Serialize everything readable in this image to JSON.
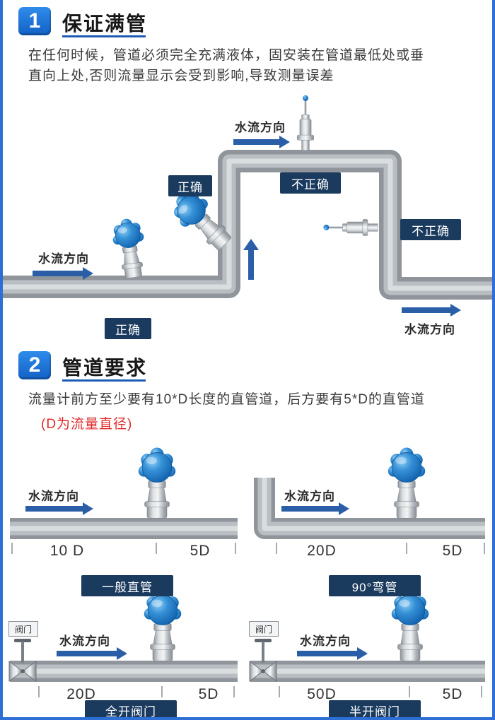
{
  "colors": {
    "accent_blue": "#1d5bb5",
    "badge_blue": "#1261c4",
    "navy_tag": "#1a3a5e",
    "arrow_blue": "#2a5fa8",
    "note_red": "#e02b2b",
    "pipe_gray": "#8f959b"
  },
  "section1": {
    "badge": "1",
    "title": "保证满管",
    "body_line1": "在任何时候，管道必须完全充满液体，固安装在管道最低处或垂",
    "body_line2": "直向上处,否则流量显示会受到影响,导致测量误差",
    "flow_label_top": "水流方向",
    "flow_label_left": "水流方向",
    "flow_label_bottom_right": "水流方向",
    "tag_correct_middle": "正确",
    "tag_incorrect_top": "不正确",
    "tag_incorrect_right": "不正确",
    "tag_correct_bottom": "正确"
  },
  "section2": {
    "badge": "2",
    "title": "管道要求",
    "body": "流量计前方至少要有10*D长度的直管道，后方要有5*D的直管道",
    "note": "(D为流量直径)",
    "panels": [
      {
        "flow_label": "水流方向",
        "dim_front": "10 D",
        "dim_back": "5D",
        "caption": "一般直管"
      },
      {
        "flow_label": "水流方向",
        "dim_front": "20D",
        "dim_back": "5D",
        "caption": "90°弯管"
      },
      {
        "flow_label": "水流方向",
        "dim_front": "20D",
        "dim_back": "5D",
        "caption": "全开阀门",
        "valve_label": "阀门"
      },
      {
        "flow_label": "水流方向",
        "dim_front": "50D",
        "dim_back": "5D",
        "caption": "半开阀门",
        "valve_label": "阀门"
      }
    ]
  }
}
